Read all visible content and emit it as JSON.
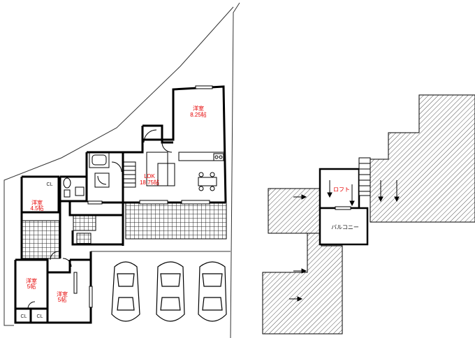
{
  "colors": {
    "wall": "#000000",
    "label": "#e60000",
    "hatch": "#555555",
    "tile": "#222222"
  },
  "first_floor": {
    "rooms": [
      {
        "id": "western_825",
        "name": "洋室",
        "size": "8.25帖"
      },
      {
        "id": "ldk",
        "name": "LDK",
        "size": "18.75帖"
      },
      {
        "id": "western_45",
        "name": "洋室",
        "size": "4.5帖"
      },
      {
        "id": "western_5a",
        "name": "洋室",
        "size": "5帖"
      },
      {
        "id": "western_5b",
        "name": "洋室",
        "size": "5帖"
      }
    ],
    "closets": [
      "CL",
      "CL",
      "CL"
    ],
    "parking_spaces": 3
  },
  "second_floor": {
    "loft": "ロフト",
    "balcony": "バルコニー"
  }
}
